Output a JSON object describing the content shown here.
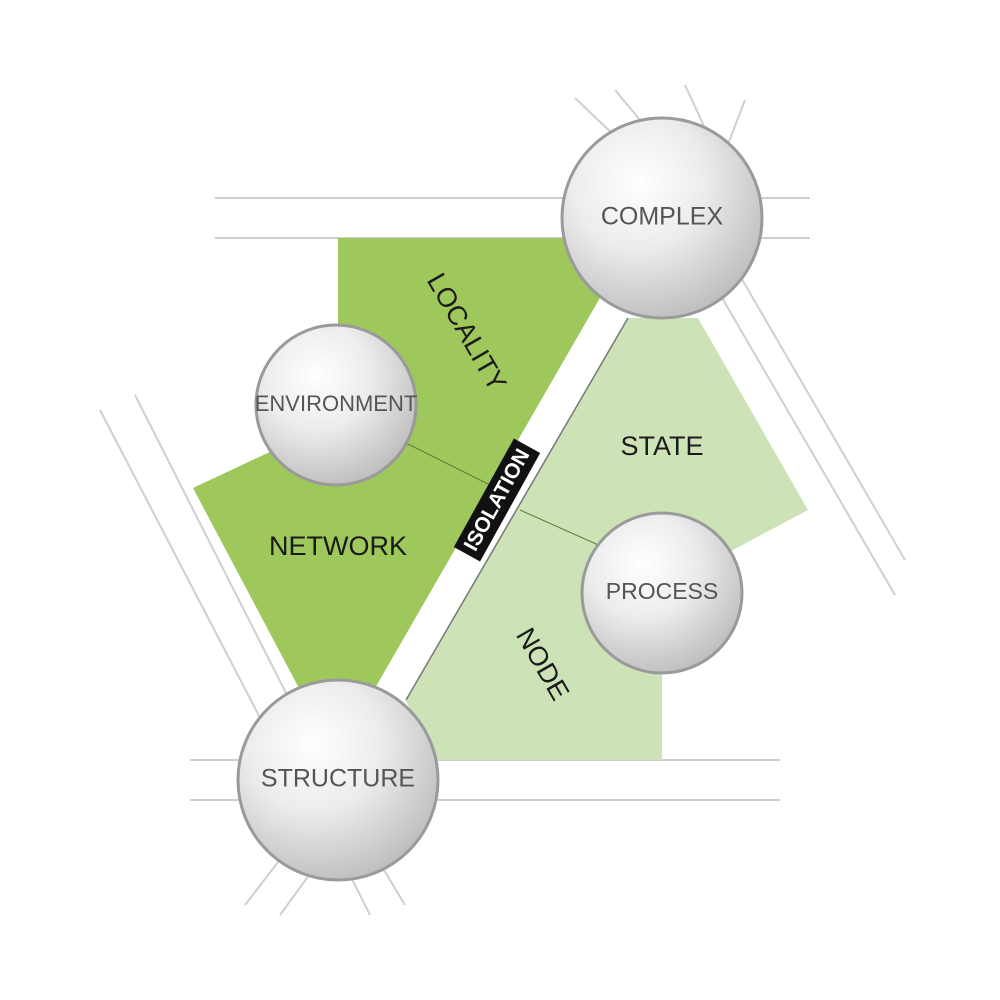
{
  "nodes": {
    "complex": "COMPLEX",
    "environment": "ENVIRONMENT",
    "process": "PROCESS",
    "structure": "STRUCTURE"
  },
  "regions": {
    "locality": "LOCALITY",
    "network": "NETWORK",
    "state": "STATE",
    "node": "NODE"
  },
  "band": {
    "label": "ISOLATION"
  },
  "colors": {
    "dark_green": "#9ec75c",
    "light_green": "#cde3b7",
    "band": "#ffffff",
    "band_label_bg": "#111111",
    "circle_stroke": "#9a9a9a",
    "guide_lines": "#cfcfcf"
  }
}
